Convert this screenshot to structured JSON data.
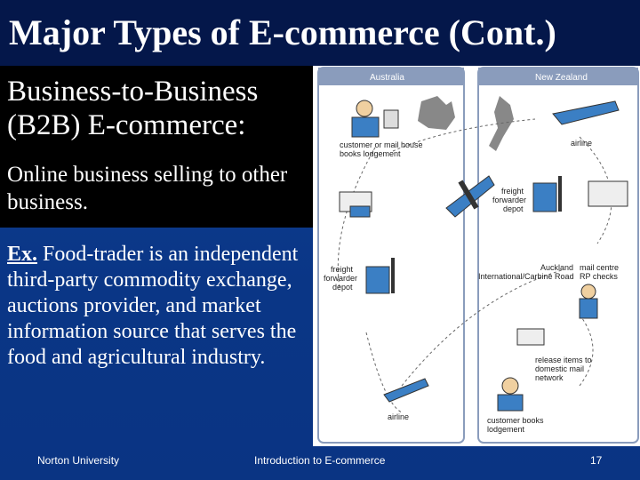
{
  "slide": {
    "title": "Major Types of E-commerce (Cont.)",
    "heading_line1": "Business-to-Business",
    "heading_line2": "(B2B) E-commerce:",
    "definition": "Online business selling to other business.",
    "example_label": "Ex.",
    "example_text": " Food-trader is an independent third-party commodity exchange, auctions provider, and market information source that serves the food and agricultural industry."
  },
  "footer": {
    "left": "Norton University",
    "center": "Introduction to E-commerce",
    "page_number": "17"
  },
  "diagram": {
    "australia_header": "Australia",
    "new_zealand_header": "New Zealand",
    "customer_mail_house_line1": "customer or mail house",
    "customer_mail_house_line2": "books lodgement",
    "airline_top": "airline",
    "freight_depot_top_line1": "freight",
    "freight_depot_top_line2": "forwarder",
    "freight_depot_top_line3": "depot",
    "freight_depot_left_line1": "freight",
    "freight_depot_left_line2": "forwarder",
    "freight_depot_left_line3": "depot",
    "auckland_line1": "Auckland",
    "auckland_line2": "International/Carbine Road",
    "mail_centre_line1": "mail centre",
    "mail_centre_line2": "RP checks",
    "release_line1": "release items to",
    "release_line2": "domestic mail",
    "release_line3": "network",
    "airline_bottom": "airline",
    "customer_books_line1": "customer books",
    "customer_books_line2": "lodgement",
    "panel_color": "#8a9cbc",
    "icon_blue": "#3b7fc4"
  }
}
